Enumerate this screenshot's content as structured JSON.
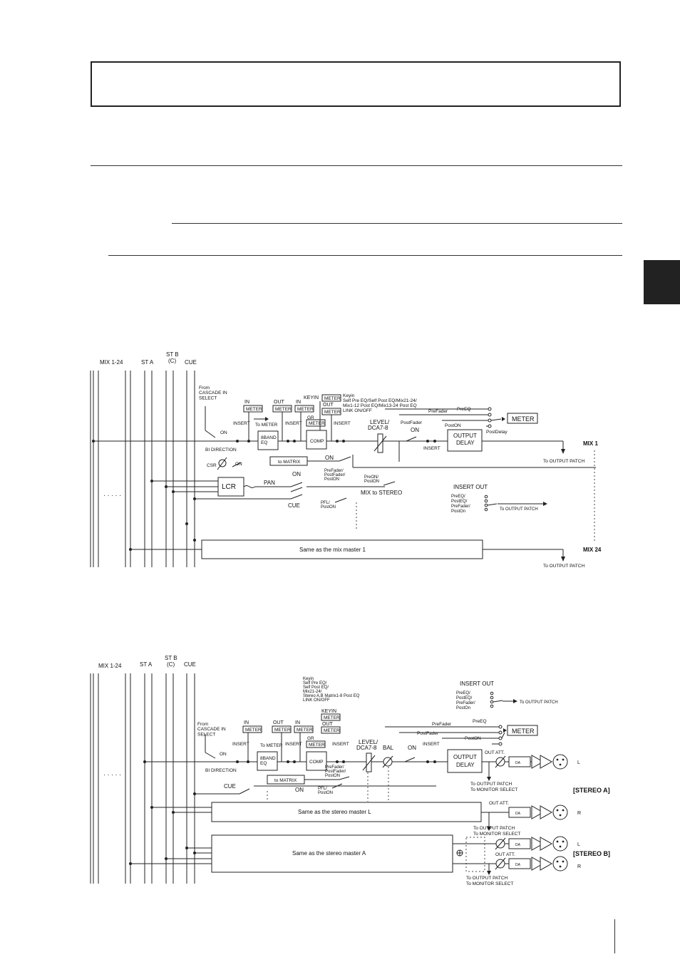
{
  "colors": {
    "ink": "#222222",
    "tab": "#222222"
  },
  "mix": {
    "buses": {
      "mix": "MIX 1-24",
      "sta": "ST A",
      "stb": "ST B",
      "stb_c": "(C)",
      "cue": "CUE"
    },
    "cascade": "From\nCASCADE IN\nSELECT",
    "on": "ON",
    "bidir": "BI DIRECTION",
    "in": "IN",
    "out": "OUT",
    "meter": "METER",
    "to_meter": "To METER",
    "insert": "INSERT",
    "eq": "8BAND\nEQ",
    "keyin": "KEYIN",
    "gr": "GR",
    "comp": "COMP",
    "keyin_list": "Keyin\nSelf Pre EQ/Self Post EQ/Mix21-24/\nMix1-12 Post EQ/Mix13-24 Post EQ\nLINK ON/OFF",
    "prefader": "PreFader",
    "preeq": "PreEQ",
    "level": "LEVEL/\nDCA7-8",
    "postfader": "PostFader",
    "poston": "PostON",
    "postdelay": "PostDelay",
    "meter_big": "METER",
    "delay": "OUTPUT\nDELAY",
    "mix1": "MIX 1",
    "to_output": "To OUTPUT PATCH",
    "to_matrix": "to MATRIX",
    "csr": "CSR",
    "lcr": "LCR",
    "pan": "PAN",
    "cue": "CUE",
    "on_switch": "ON",
    "pre_post": "PreFader/\nPostFader/\nPostON",
    "preon_poston": "PreON/\nPostON",
    "pfl": "PFL/\nPostON",
    "mix_to_stereo": "MIX to STEREO",
    "insert_out": "INSERT OUT",
    "insert_out_list": "PreEQ/\nPostEQ/\nPreFader/\nPostOn",
    "same_as": "Same as the mix master 1",
    "mix24": "MIX 24",
    "dots": "· · · · ·"
  },
  "stereo": {
    "buses": {
      "mix": "MIX 1-24",
      "sta": "ST A",
      "stb": "ST B",
      "stb_c": "(C)",
      "cue": "CUE"
    },
    "keyin_list": "Keyin\nSelf Pre EQ/\nSelf Post EQ/\nMix21-24/\nStereo A,B Matrix1-8 Post EQ\nLINK ON/OFF",
    "insert_out": "INSERT OUT",
    "insert_out_list": "PreEQ/\nPostEQ/\nPreFader/\nPostOn",
    "to_output": "To OUTPUT PATCH",
    "cascade": "From\nCASCADE IN\nSELECT",
    "in": "IN",
    "out": "OUT",
    "meter": "METER",
    "keyin": "KEYIN",
    "gr": "GR",
    "to_meter": "To METER",
    "insert": "INSERT",
    "eq": "8BAND\nEQ",
    "comp": "COMP",
    "level": "LEVEL/\nDCA7-8",
    "bal": "BAL",
    "on": "ON",
    "prefader": "PreFader",
    "preeq": "PreEQ",
    "postfader": "PostFader",
    "poston": "PostON",
    "meter_big": "METER",
    "delay": "OUTPUT\nDELAY",
    "out_att": "OUT ATT.",
    "da": "DA",
    "l": "L",
    "r": "R",
    "bidir": "BI DIRECTION",
    "cue": "CUE",
    "to_matrix": "to MATRIX",
    "on_switch": "ON",
    "pre_post": "PreFader/\nPostFader/\nPostON",
    "pfl": "PFL/\nPostON",
    "to_output_monitor": "To OUTPUT PATCH\nTo MONITOR SELECT",
    "stereo_a": "[STEREO A]",
    "stereo_b": "[STEREO B]",
    "same_l": "Same as the stereo master L",
    "same_a": "Same as the stereo master A",
    "dots": "· · · · ·",
    "to_monitor": "To MONITOR SELECT"
  }
}
